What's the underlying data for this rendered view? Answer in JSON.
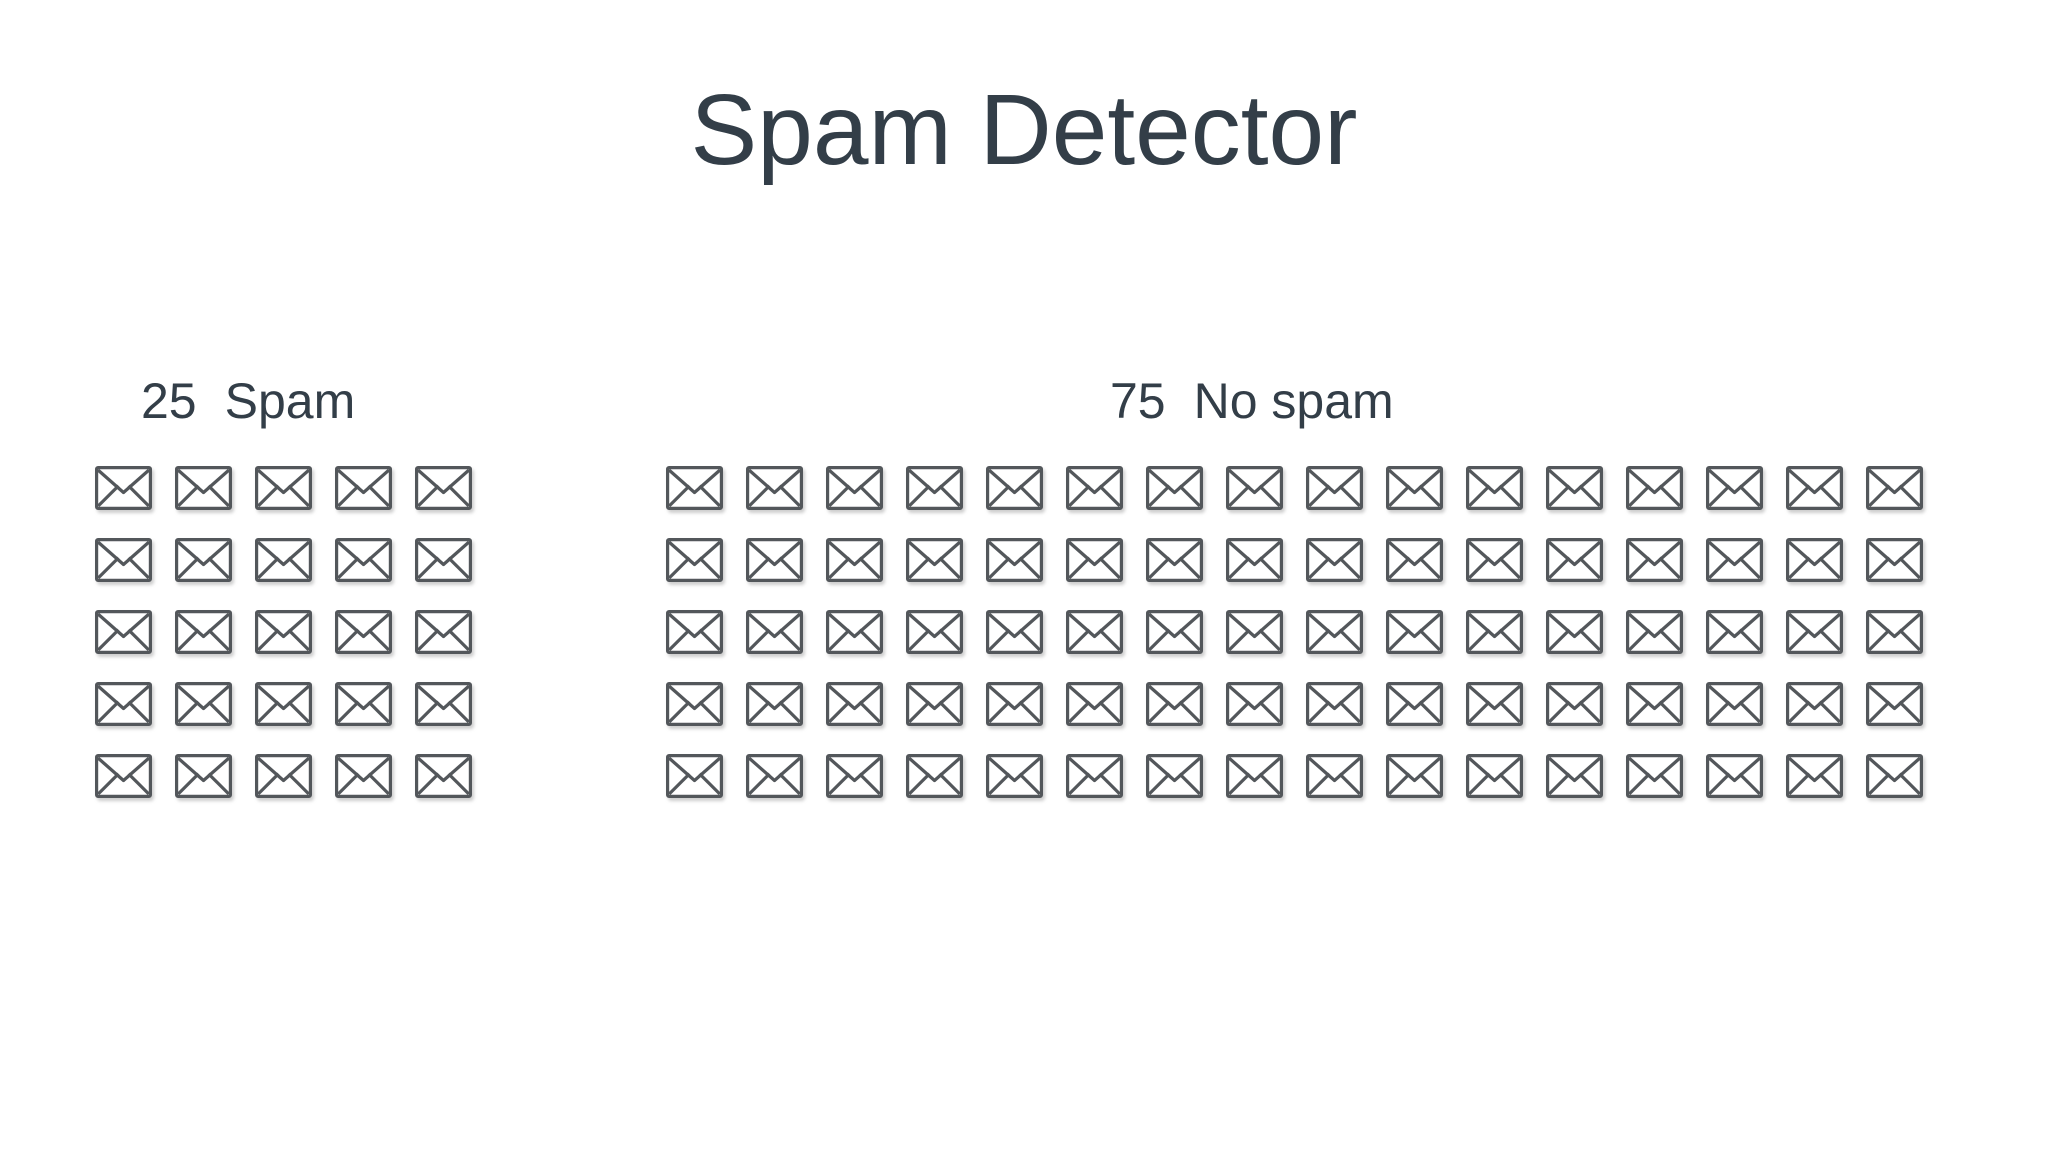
{
  "title": "Spam Detector",
  "colors": {
    "background": "#ffffff",
    "text": "#333e48",
    "envelope_stroke": "#53575b",
    "envelope_fill": "#ffffff"
  },
  "groups": [
    {
      "id": "spam",
      "count": "25",
      "label": "Spam",
      "icon_name": "envelope-icon",
      "grid": {
        "rows": 5,
        "cols": 5,
        "icons_drawn": 25
      }
    },
    {
      "id": "no-spam",
      "count": "75",
      "label": "No spam",
      "icon_name": "envelope-icon",
      "grid": {
        "rows": 5,
        "cols": 16,
        "icons_drawn": 80
      }
    }
  ],
  "chart_data": {
    "type": "pictogram",
    "title": "Spam Detector",
    "categories": [
      "Spam",
      "No spam"
    ],
    "values": [
      25,
      75
    ],
    "icon": "envelope",
    "legend_position": "above-each-grid",
    "layout": {
      "spam_grid": "5 cols x 5 rows",
      "no_spam_grid": "16 cols x 5 rows",
      "icons_drawn": [
        25,
        80
      ],
      "grid_on": false
    }
  }
}
